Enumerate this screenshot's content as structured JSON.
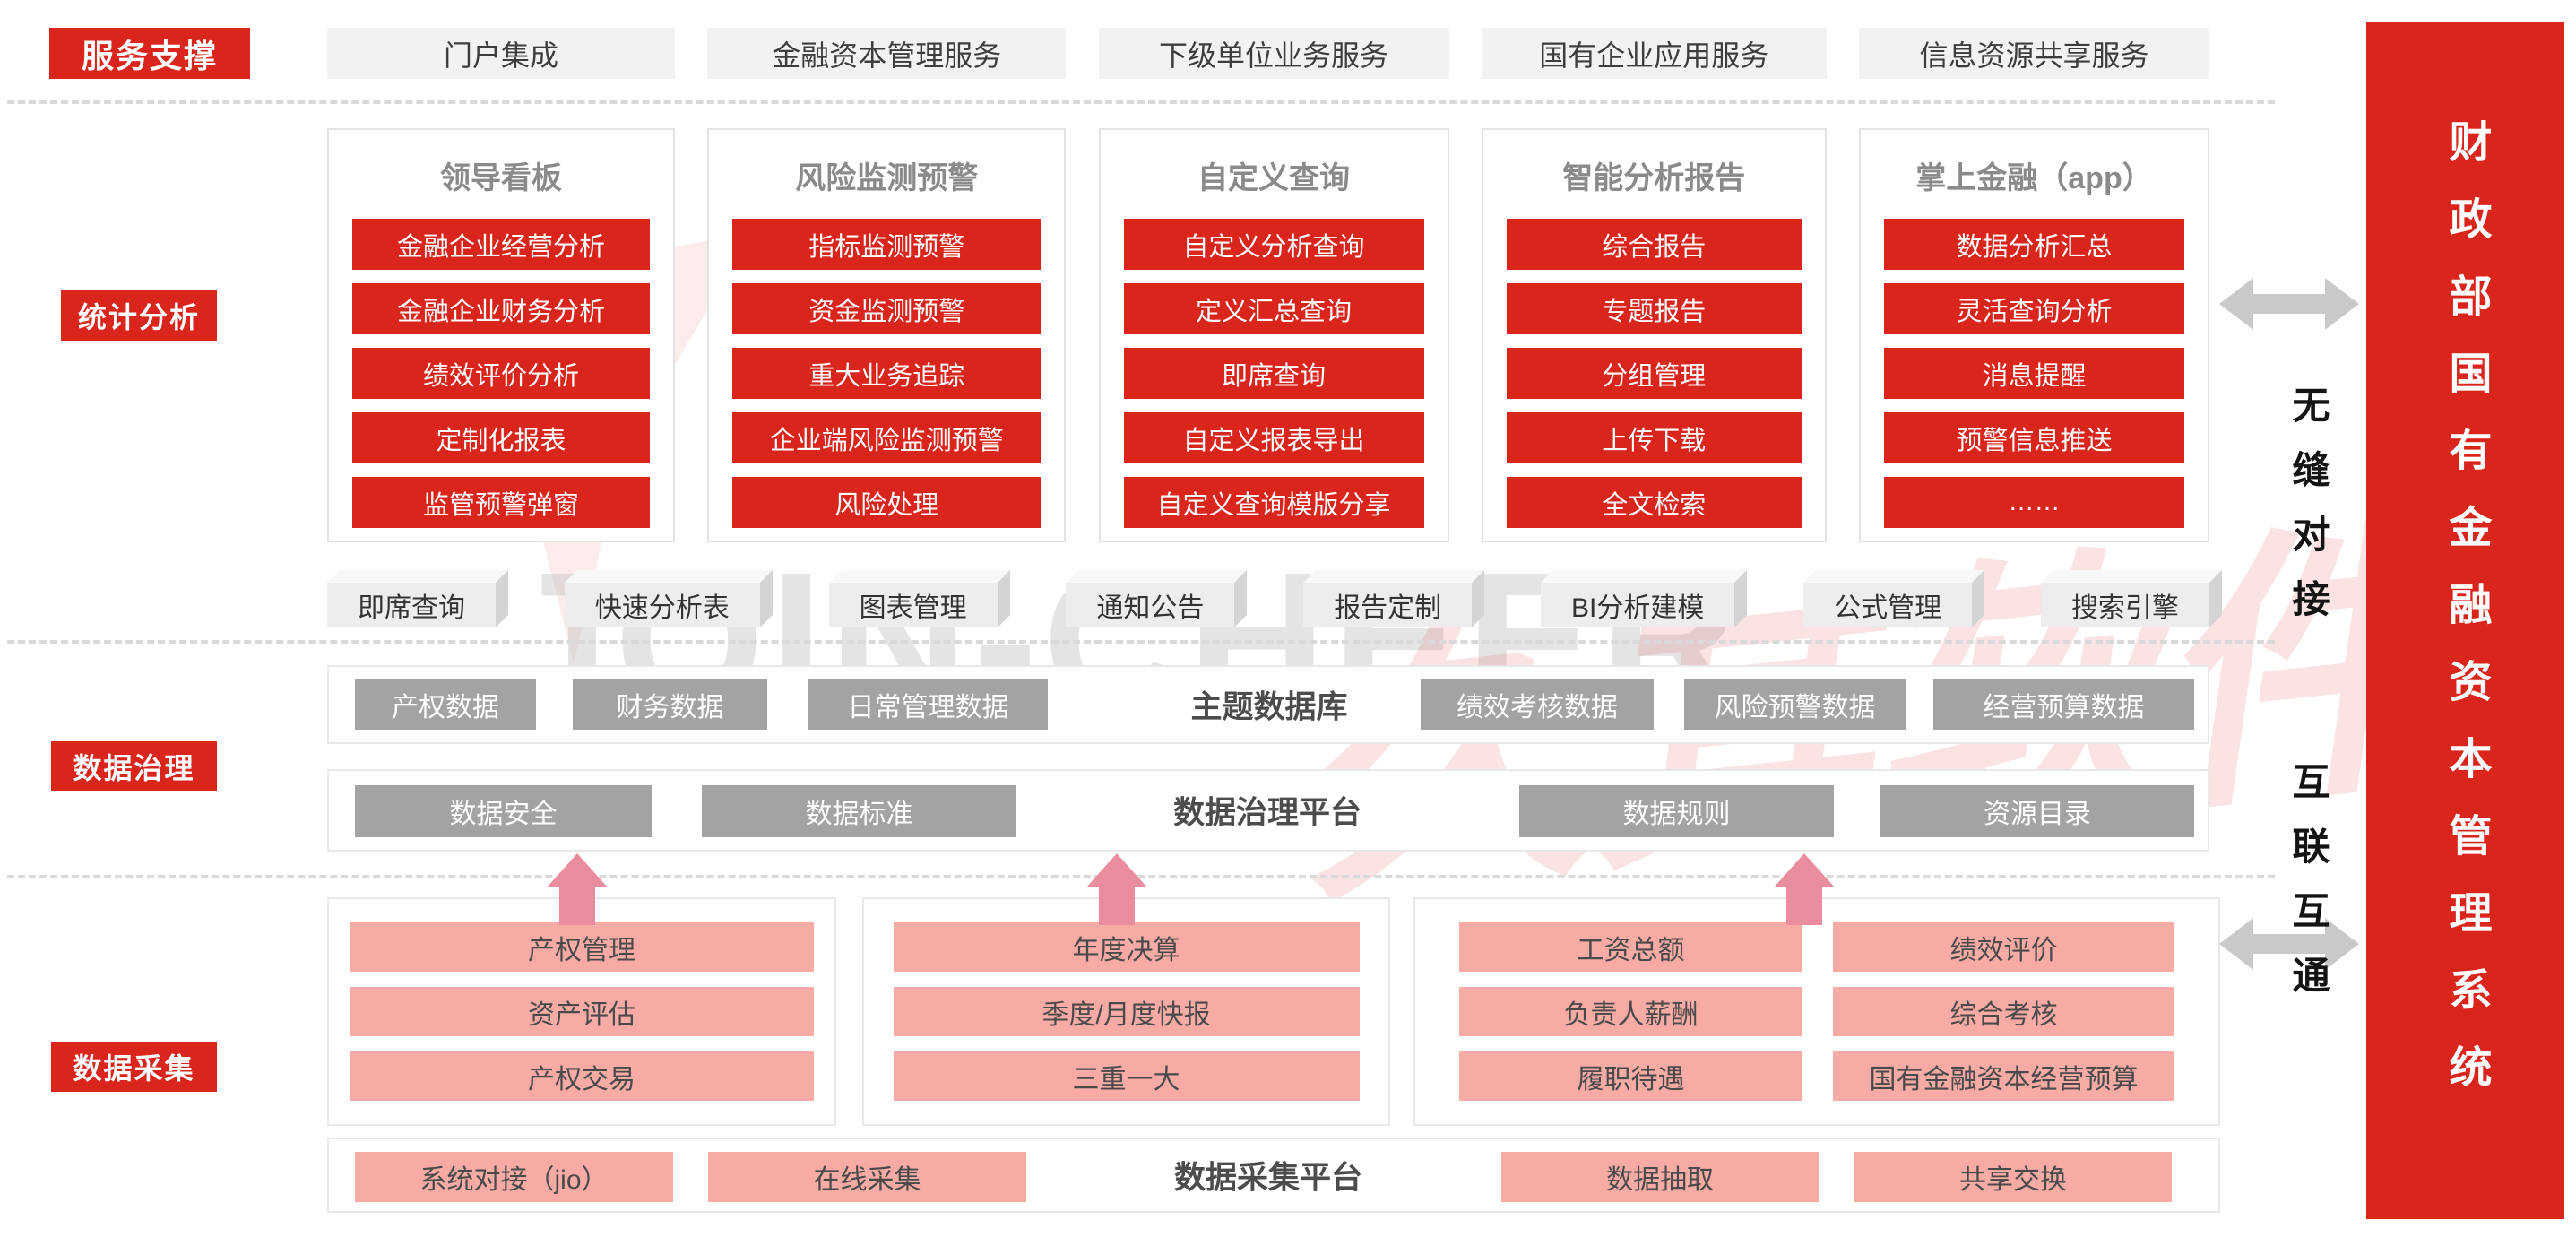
{
  "left_labels": {
    "service": "服务支撑",
    "stats": "统计分析",
    "governance": "数据治理",
    "collection": "数据采集"
  },
  "service_row": {
    "items": [
      "门户集成",
      "金融资本管理服务",
      "下级单位业务服务",
      "国有企业应用服务",
      "信息资源共享服务"
    ]
  },
  "stats": {
    "columns": [
      {
        "title": "领导看板",
        "items": [
          "金融企业经营分析",
          "金融企业财务分析",
          "绩效评价分析",
          "定制化报表",
          "监管预警弹窗"
        ]
      },
      {
        "title": "风险监测预警",
        "items": [
          "指标监测预警",
          "资金监测预警",
          "重大业务追踪",
          "企业端风险监测预警",
          "风险处理"
        ]
      },
      {
        "title": "自定义查询",
        "items": [
          "自定义分析查询",
          "定义汇总查询",
          "即席查询",
          "自定义报表导出",
          "自定义查询模版分享"
        ]
      },
      {
        "title": "智能分析报告",
        "items": [
          "综合报告",
          "专题报告",
          "分组管理",
          "上传下载",
          "全文检索"
        ]
      },
      {
        "title": "掌上金融（app）",
        "items": [
          "数据分析汇总",
          "灵活查询分析",
          "消息提醒",
          "预警信息推送",
          "……"
        ]
      }
    ],
    "tools": [
      "即席查询",
      "快速分析表",
      "图表管理",
      "通知公告",
      "报告定制",
      "BI分析建模",
      "公式管理",
      "搜索引擎"
    ]
  },
  "governance": {
    "theme_db": {
      "title": "主题数据库",
      "left": [
        "产权数据",
        "财务数据",
        "日常管理数据"
      ],
      "right": [
        "绩效考核数据",
        "风险预警数据",
        "经营预算数据"
      ]
    },
    "platform": {
      "title": "数据治理平台",
      "left": [
        "数据安全",
        "数据标准"
      ],
      "right": [
        "数据规则",
        "资源目录"
      ]
    }
  },
  "collection": {
    "group1": [
      "产权管理",
      "资产评估",
      "产权交易"
    ],
    "group2": [
      "年度决算",
      "季度/月度快报",
      "三重一大"
    ],
    "group3_left": [
      "工资总额",
      "负责人薪酬",
      "履职待遇"
    ],
    "group3_right": [
      "绩效评价",
      "综合考核",
      "国有金融资本经营预算"
    ],
    "platform": {
      "title": "数据采集平台",
      "left": [
        "系统对接（jio）",
        "在线采集"
      ],
      "right": [
        "数据抽取",
        "共享交换"
      ]
    }
  },
  "right_panel": {
    "seamless": "无缝对接",
    "interconnect": "互联互通",
    "system_title": "财政部国有金融资本管理系统"
  },
  "watermark": {
    "latin": "JOIN-CHEER",
    "cjk": "久其软件"
  },
  "colors": {
    "primary_red": "#d9251c",
    "pink": "#f8aba4",
    "gray_box": "#a3a3a3",
    "light_gray": "#f2f2f2",
    "arrow_pink": "#e98c9e",
    "arrow_gray": "#c9c9c9"
  }
}
